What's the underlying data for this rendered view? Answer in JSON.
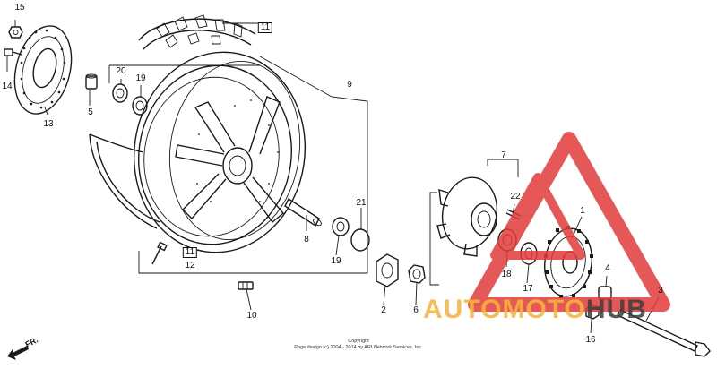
{
  "diagram": {
    "part_numbers": {
      "p1": "1",
      "p2": "2",
      "p3": "3",
      "p4": "4",
      "p5": "5",
      "p6": "6",
      "p7": "7",
      "p8": "8",
      "p9": "9",
      "p10": "10",
      "p11a": "11",
      "p11b": "11",
      "p12": "12",
      "p13": "13",
      "p14": "14",
      "p15": "15",
      "p16": "16",
      "p17": "17",
      "p18": "18",
      "p19a": "19",
      "p19b": "19",
      "p20": "20",
      "p21": "21",
      "p22": "22"
    },
    "direction_label": "FR.",
    "copyright_line1": "Copyright",
    "copyright_line2": "Page design (c) 2004 - 2014 by ARI Network Services, Inc."
  },
  "watermark": {
    "text_part1": "AUTOMOTO",
    "text_part2": "HUB",
    "color_primary": "#f5b43c",
    "color_secondary": "#3c3c3c",
    "color_triangle": "#e23b3b"
  }
}
